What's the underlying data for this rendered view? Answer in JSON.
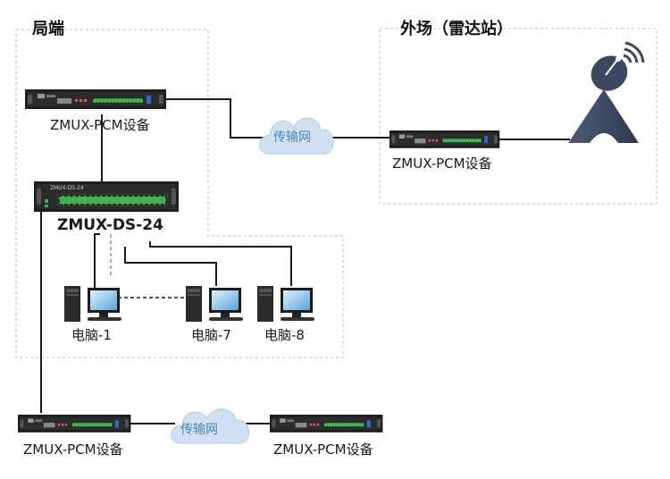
{
  "zones": {
    "local": "局端",
    "field": "外场（雷达站）"
  },
  "devices": {
    "pcm_top": "ZMUX-PCM设备",
    "pcm_field": "ZMUX-PCM设备",
    "ds24": "ZMUX-DS-24",
    "ds24_panel": "ZMUX-DS-24",
    "pcm_bottom_left": "ZMUX-PCM设备",
    "pcm_bottom_right": "ZMUX-PCM设备"
  },
  "clouds": {
    "top": "传输网",
    "bottom": "传输网"
  },
  "computers": {
    "pc1": "电脑-1",
    "pc7": "电脑-7",
    "pc8": "电脑-8"
  },
  "colors": {
    "zone_border": "#b8b8b8",
    "cloud": "#cfe0f0",
    "cloud_text": "#4a86b5",
    "tower": "#3d4b63",
    "rack": "#1f1f1f",
    "port_green": "#3fb34f"
  }
}
